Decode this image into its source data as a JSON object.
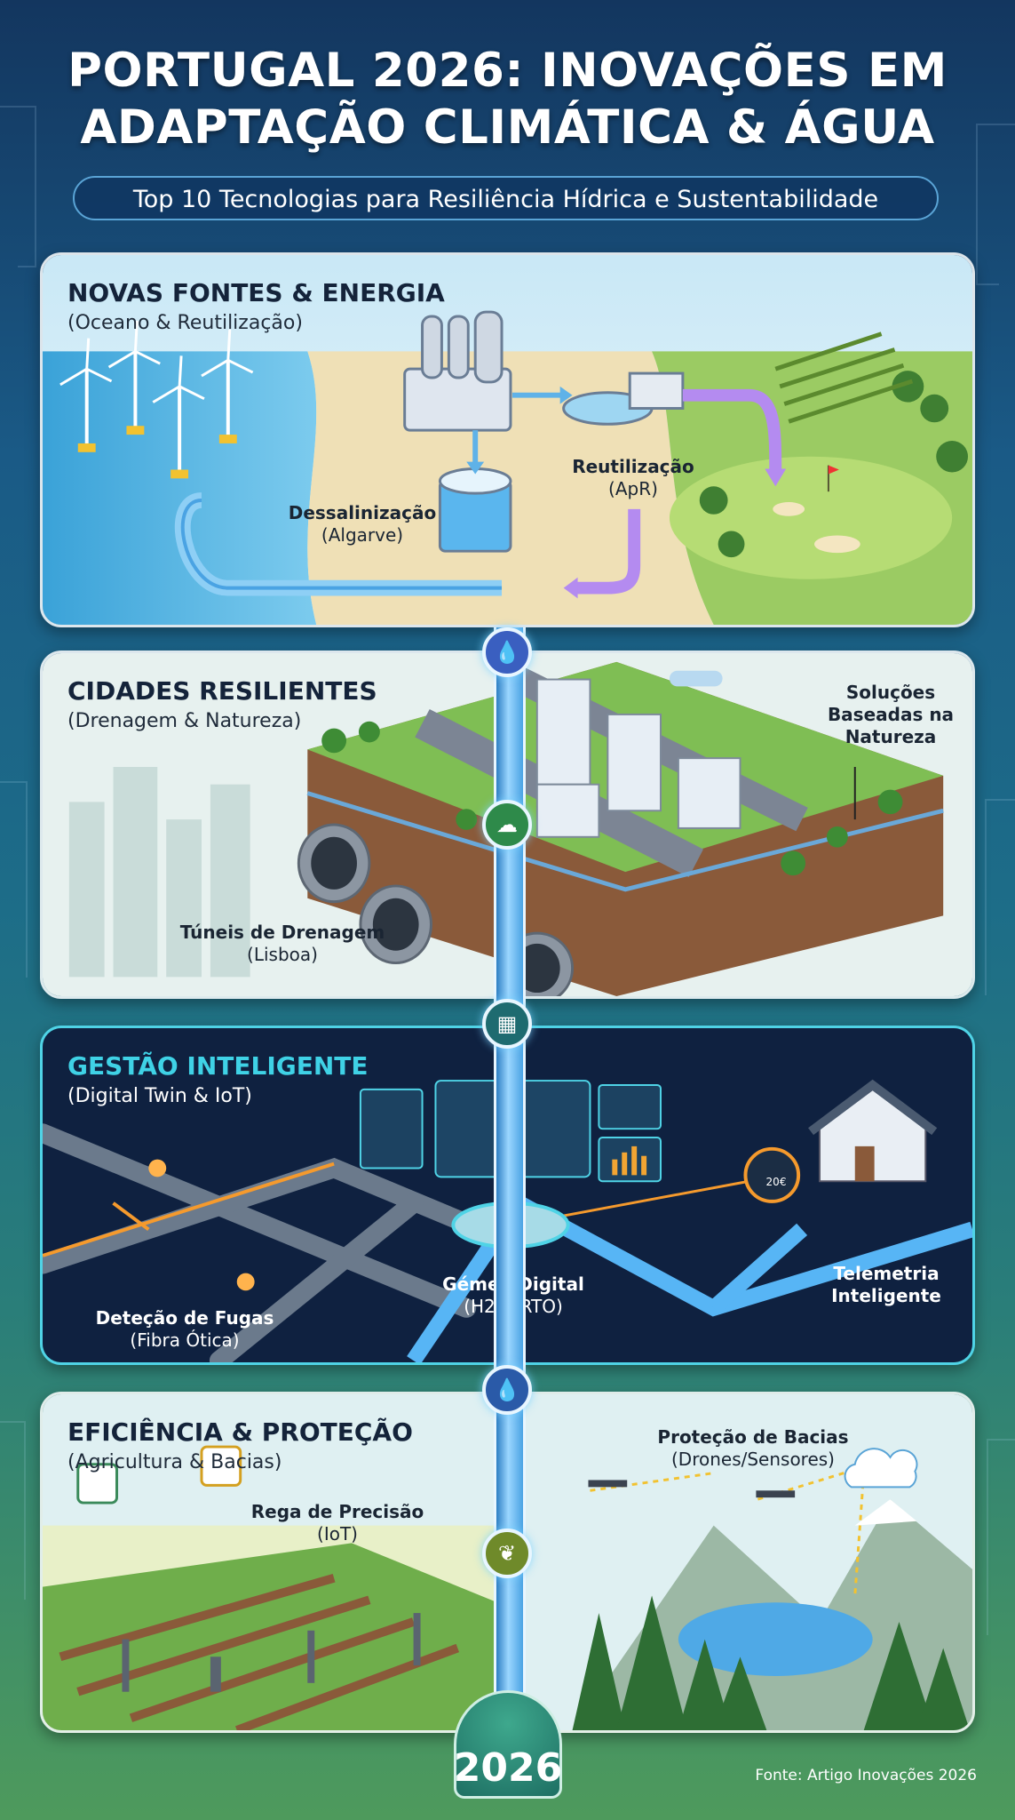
{
  "header": {
    "title_line1": "PORTUGAL 2026: INOVAÇÕES EM",
    "title_line2": "ADAPTAÇÃO CLIMÁTICA & ÁGUA",
    "subtitle": "Top 10 Tecnologias para Resiliência Hídrica e Sustentabilidade"
  },
  "panels": [
    {
      "title": "NOVAS FONTES & ENERGIA",
      "subtitle": "(Oceano & Reutilização)",
      "labels": [
        {
          "name": "Dessalinização",
          "detail": "(Algarve)"
        },
        {
          "name": "Reutilização",
          "detail": "(ApR)"
        }
      ]
    },
    {
      "title": "CIDADES RESILIENTES",
      "subtitle": "(Drenagem & Natureza)",
      "labels": [
        {
          "name": "Túneis de Drenagem",
          "detail": "(Lisboa)"
        },
        {
          "name": "Soluções Baseadas na Natureza",
          "detail": ""
        }
      ]
    },
    {
      "title": "GESTÃO INTELIGENTE",
      "subtitle": "(Digital Twin & IoT)",
      "labels": [
        {
          "name": "Deteção de Fugas",
          "detail": "(Fibra Ótica)"
        },
        {
          "name": "Gémeo Digital",
          "detail": "(H2PORTO)"
        },
        {
          "name": "Telemetria Inteligente",
          "detail": ""
        }
      ],
      "meter_text": "20€"
    },
    {
      "title": "EFICIÊNCIA & PROTEÇÃO",
      "subtitle": "(Agricultura & Bacias)",
      "labels": [
        {
          "name": "Rega de Precisão",
          "detail": "(IoT)"
        },
        {
          "name": "Proteção de Bacias",
          "detail": "(Drones/Sensores)"
        }
      ]
    }
  ],
  "footer": {
    "year": "2026",
    "source": "Fonte: Artigo Inovações 2026"
  },
  "colors": {
    "title_accent": "#3fd2e6",
    "pipe": "#4aa3e3",
    "node_blue": "#3a5fc0",
    "node_green": "#2e8a4a",
    "node_teal": "#1e6b70",
    "node_olive": "#6f8a2a"
  },
  "icons": [
    "water-drop-icon",
    "cloud-rain-icon",
    "chip-icon",
    "water-drop-icon",
    "hand-plant-icon",
    "leaf-drop-icon"
  ]
}
